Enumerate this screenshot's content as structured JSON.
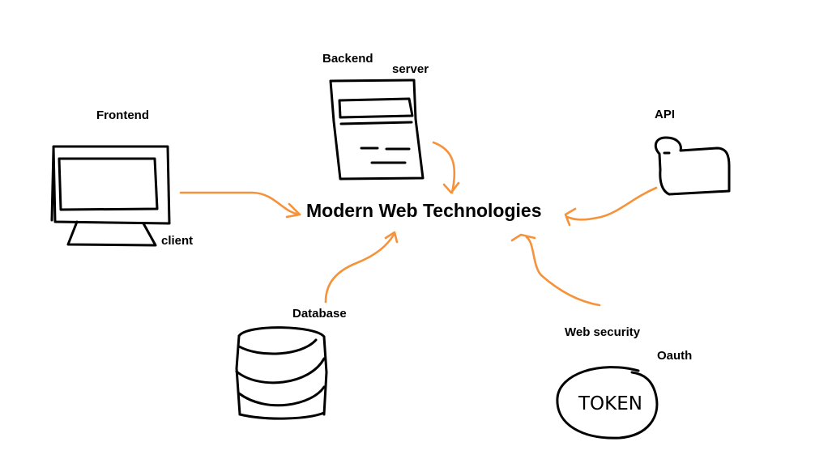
{
  "diagram": {
    "title": "Modern Web Technologies",
    "arrow_color": "#F5923A",
    "nodes": {
      "frontend": {
        "label": "Frontend",
        "sublabel": "client",
        "icon": "monitor-icon"
      },
      "backend": {
        "label": "Backend",
        "sublabel": "server",
        "icon": "server-icon"
      },
      "api": {
        "label": "API",
        "icon": "puzzle-icon"
      },
      "database": {
        "label": "Database",
        "icon": "database-icon"
      },
      "security": {
        "label": "Web security",
        "sublabel": "Oauth",
        "icon": "token-icon",
        "icon_text": "TOKEN"
      }
    }
  }
}
